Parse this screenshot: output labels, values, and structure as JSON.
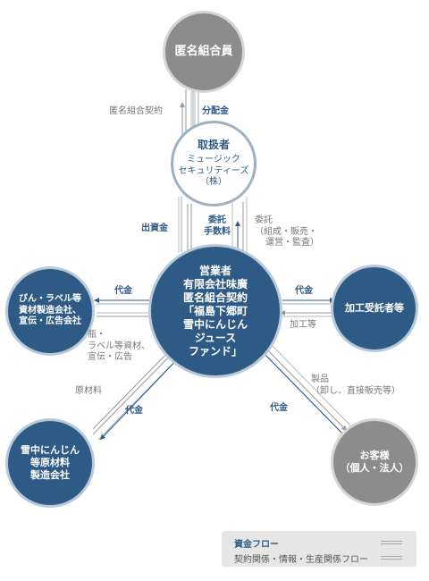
{
  "nodes": {
    "anonymous_members": {
      "lines": [
        "匿名組合員"
      ]
    },
    "handler": {
      "lines": [
        "取扱者",
        "ミュージック",
        "セキュリティーズ",
        "（株）"
      ]
    },
    "operator": {
      "lines": [
        "営業者",
        "有限会社味廣",
        "匿名組合契約",
        "「福島下郷町",
        "雪中にんじん",
        "ジュース",
        "ファンド」"
      ]
    },
    "packaging": {
      "lines": [
        "びん・ラベル等",
        "資材製造会社、",
        "宣伝・広告会社"
      ]
    },
    "contractor": {
      "lines": [
        "加工受託者等"
      ]
    },
    "raw_material": {
      "lines": [
        "雪中にんじん",
        "等原材料",
        "製造会社"
      ]
    },
    "customers": {
      "lines": [
        "お客様",
        "（個人・法人）"
      ]
    }
  },
  "labels": {
    "contract": "匿名組合契約",
    "distribution": "分配金",
    "investment": "出資金",
    "commission": [
      "委託",
      "手数料"
    ],
    "consignment": [
      "委託",
      "（組成・販売・",
      "運営・監査）"
    ],
    "fee_left": "代金",
    "materials": [
      "瓶・",
      "ラベル等資材、",
      "宣伝・広告"
    ],
    "fee_right": "代金",
    "processing": "加工等",
    "raw": "原材料",
    "fee_raw": "代金",
    "product": [
      "製品",
      "（卸し、直接販売等）"
    ],
    "fee_customer": "代金"
  },
  "legend": {
    "fund_flow": "資金フロー",
    "contract_flow": "契約関係・情報・生産関係フロー"
  },
  "colors": {
    "blue": "#2e5b86",
    "gray_node": "#8c8c8c",
    "money": "#2e5b86",
    "flow_line": "#9aaab8"
  }
}
